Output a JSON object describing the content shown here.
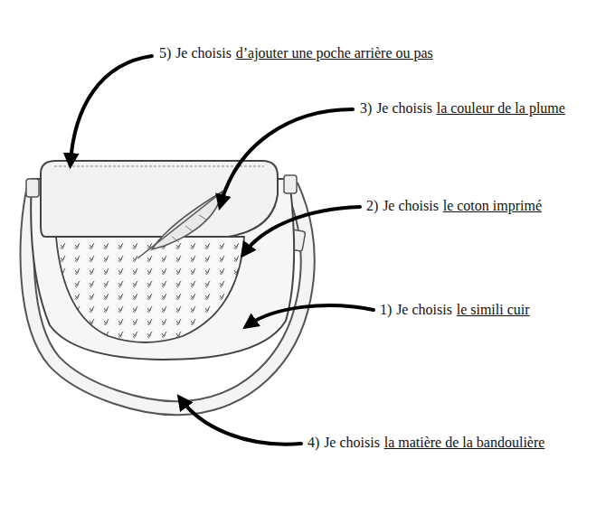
{
  "diagram": {
    "labels": [
      "5)",
      "Je choisis",
      "d’ajouter une poche arrière ou pas",
      "3)",
      "Je choisis",
      "la couleur de la plume",
      "2)",
      "Je choisis",
      "le coton imprimé",
      "1)",
      "Je choisis",
      "le simili cuir",
      "4)",
      "Je choisis",
      "la matière de la bandoulière"
    ]
  }
}
